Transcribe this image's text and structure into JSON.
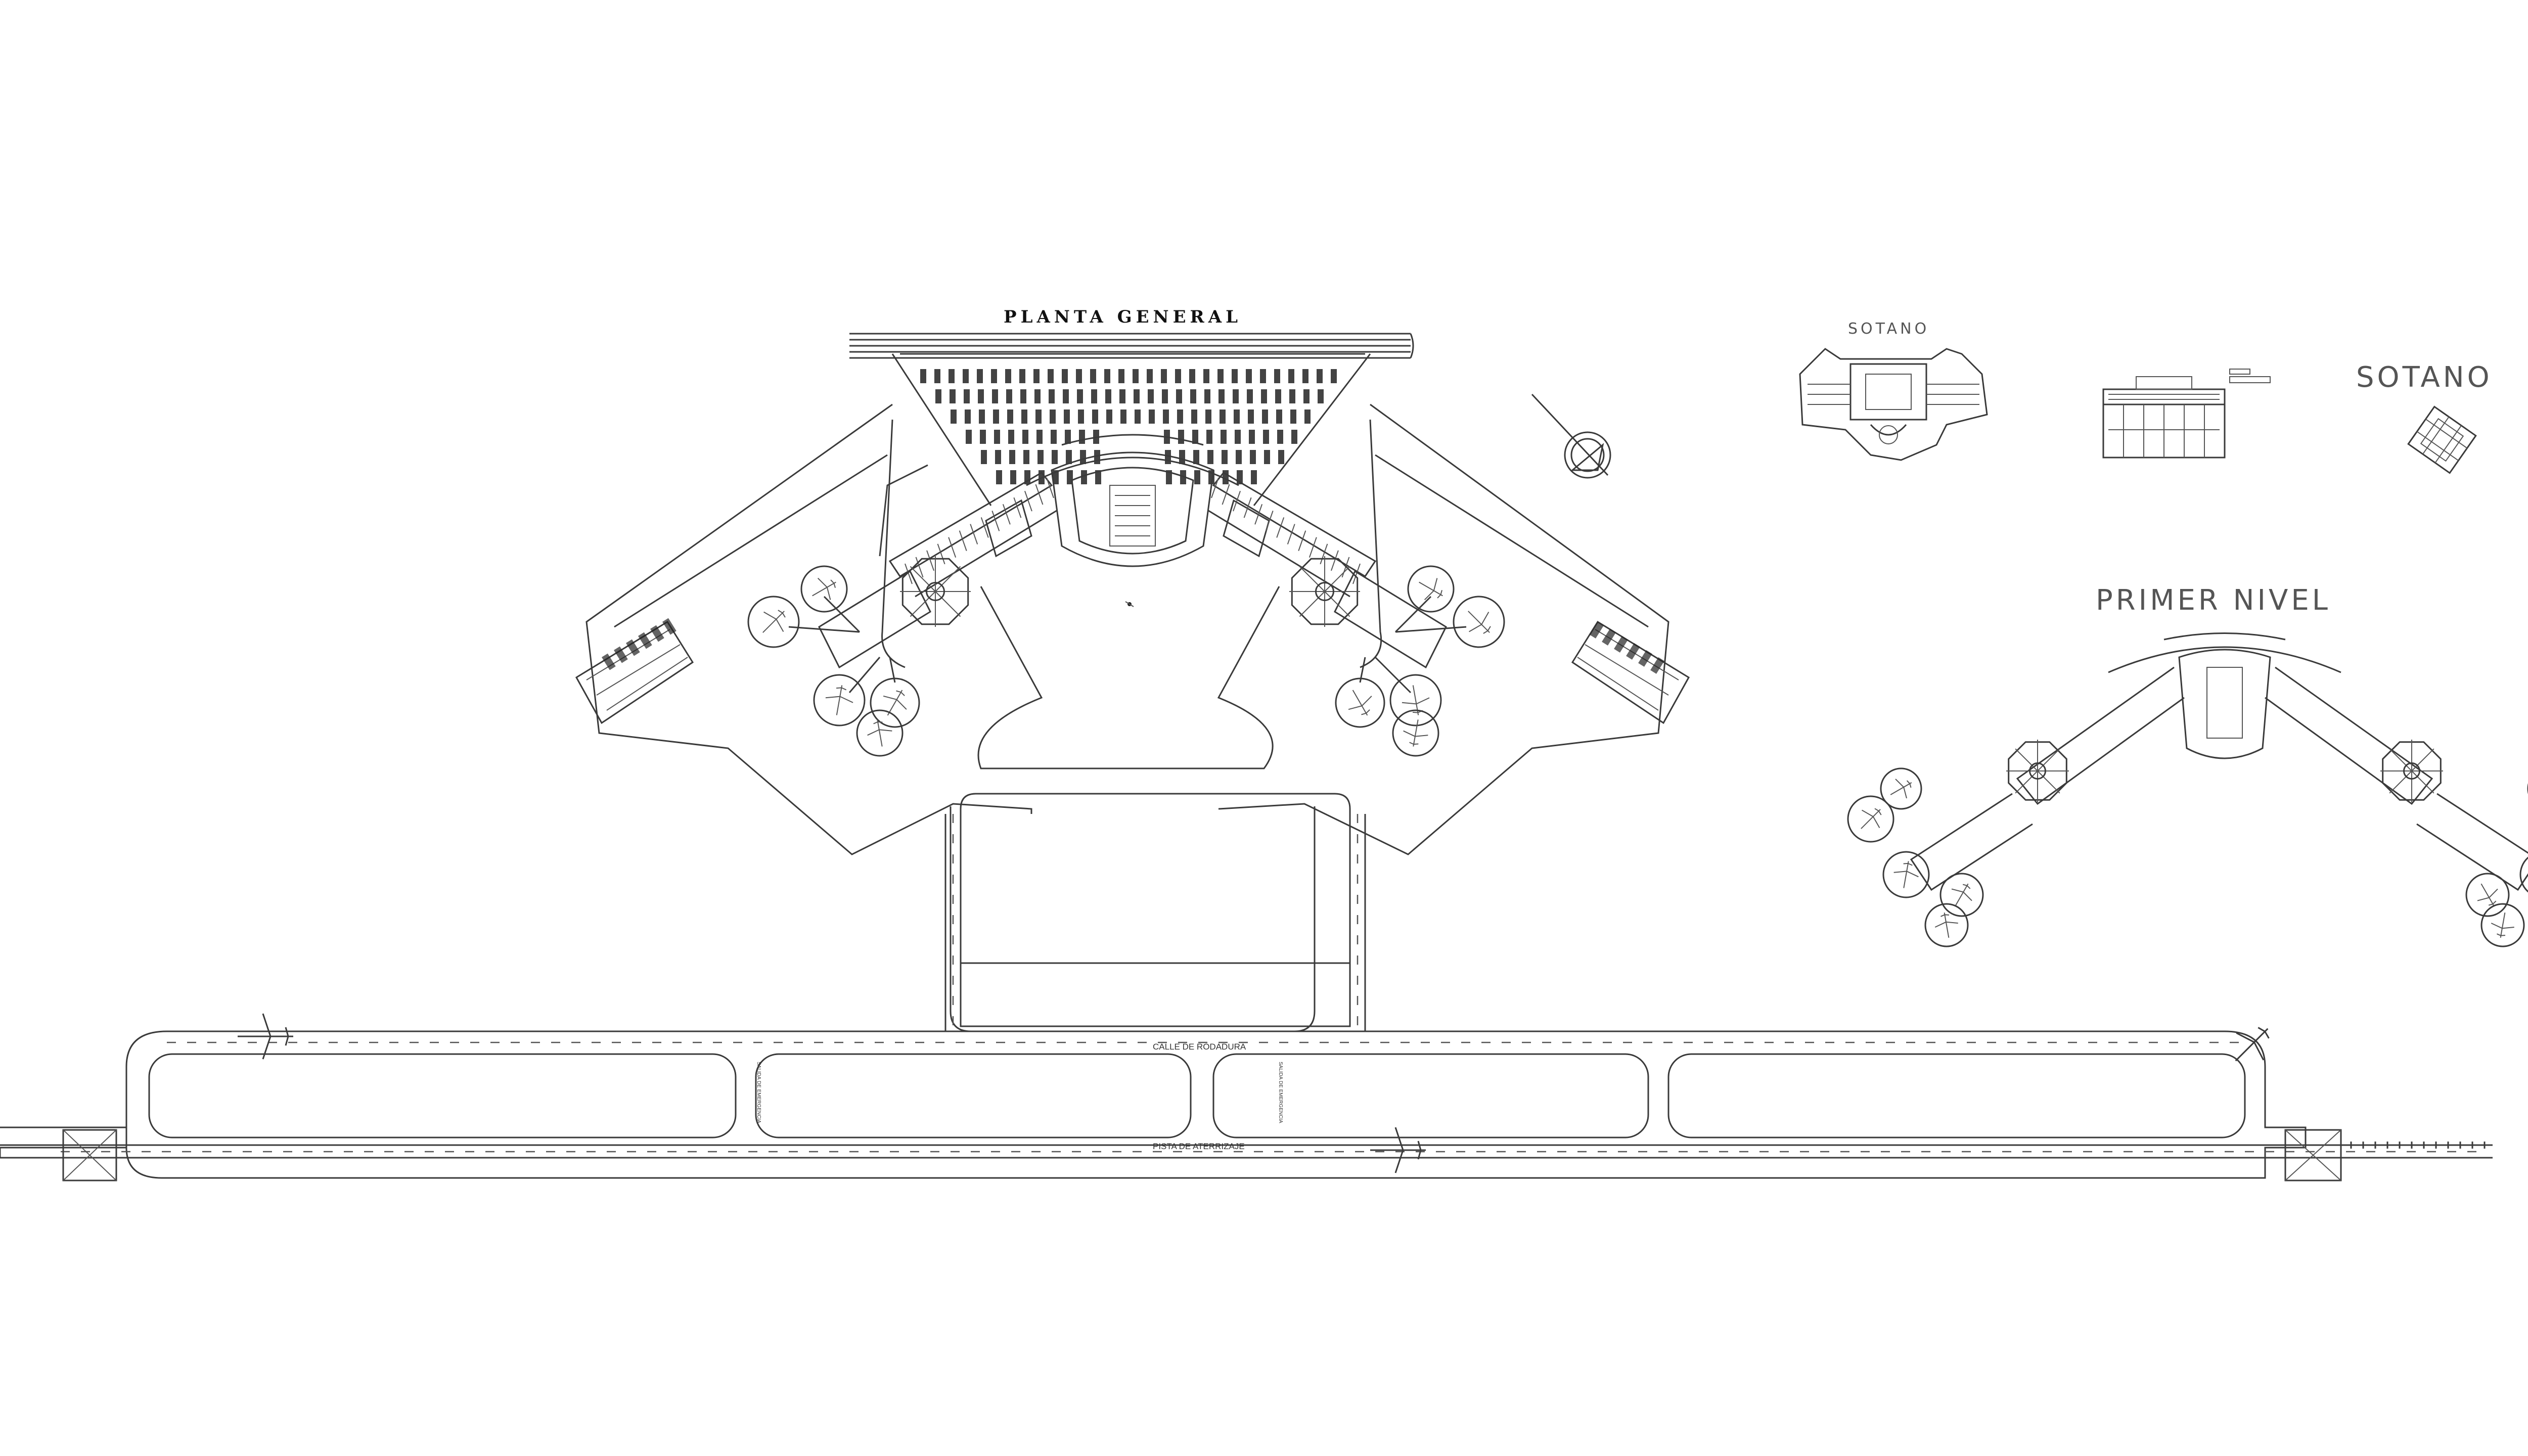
{
  "titles": {
    "planta_general": "PLANTA GENERAL",
    "sotano_1": "SOTANO",
    "sotano_2": "SOTANO",
    "primer_nivel": "PRIMER   NIVEL"
  },
  "labels": {
    "taxiway": "CALLE DE RODADURA",
    "runway": "PISTA DE ATERRIZAJE",
    "exit_1": "SALIDA DE EMERGENCIA",
    "exit_2": "SALIDA DE EMERGENCIA"
  },
  "icons": [
    "north-arrow-icon",
    "airplane-icon"
  ],
  "colors": {
    "line": "#3a3a3a",
    "background": "#ffffff"
  }
}
